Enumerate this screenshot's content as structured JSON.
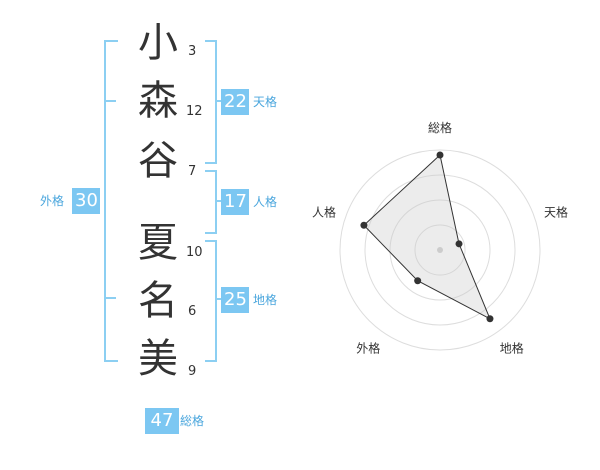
{
  "name": {
    "chars": [
      {
        "char": "小",
        "strokes": "3"
      },
      {
        "char": "森",
        "strokes": "12"
      },
      {
        "char": "谷",
        "strokes": "7"
      },
      {
        "char": "夏",
        "strokes": "10"
      },
      {
        "char": "名",
        "strokes": "6"
      },
      {
        "char": "美",
        "strokes": "9"
      }
    ]
  },
  "kakusu": {
    "tenkaku": {
      "value": "22",
      "label": "天格"
    },
    "jinkaku": {
      "value": "17",
      "label": "人格"
    },
    "chikaku": {
      "value": "25",
      "label": "地格"
    },
    "gaikaku": {
      "value": "30",
      "label": "外格"
    },
    "soukaku": {
      "value": "47",
      "label": "総格"
    }
  },
  "chart_data": {
    "type": "radar",
    "axes": [
      "総格",
      "天格",
      "地格",
      "外格",
      "人格"
    ],
    "values": [
      0.95,
      0.2,
      0.85,
      0.38,
      0.8
    ],
    "rings": 4,
    "colors": {
      "accent": "#7cc7f2",
      "fill": "#eeeeee",
      "line": "#333333"
    }
  }
}
